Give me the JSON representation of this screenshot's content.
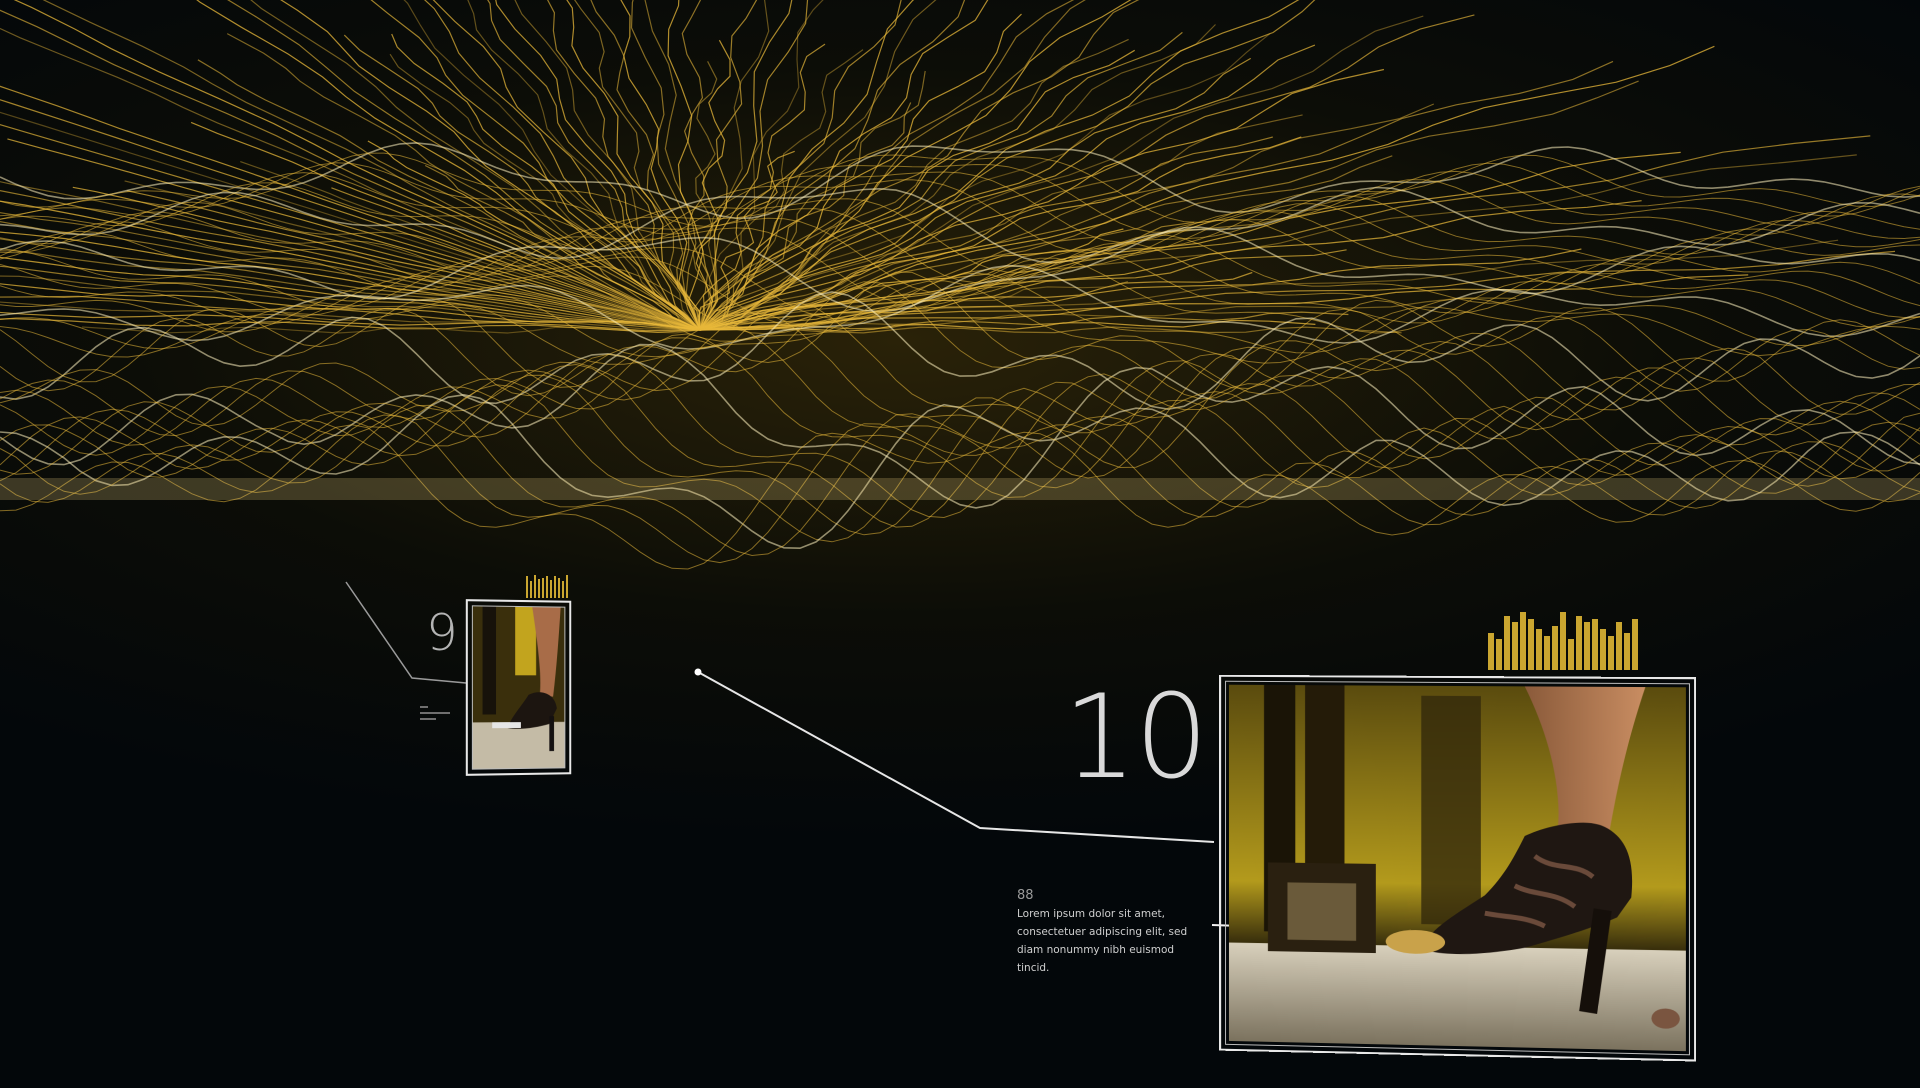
{
  "scene": {
    "accent_color": "#e8b83a",
    "background_color": "#03070a"
  },
  "card_large": {
    "number": "10",
    "caption_number": "88",
    "caption_text": "Lorem ipsum dolor sit amet, consectetuer adipiscing elit, sed diam nonummy nibh euismod tincid.",
    "meter_levels": [
      0.55,
      0.45,
      0.8,
      0.7,
      0.85,
      0.75,
      0.6,
      0.5,
      0.65,
      0.85,
      0.45,
      0.8,
      0.7,
      0.75,
      0.6,
      0.5,
      0.7,
      0.55,
      0.75
    ]
  },
  "card_small": {
    "number": "9",
    "meter_levels": [
      0.9,
      0.7,
      0.95,
      0.8,
      0.85,
      0.9,
      0.75,
      0.9,
      0.85,
      0.7,
      0.95
    ]
  }
}
